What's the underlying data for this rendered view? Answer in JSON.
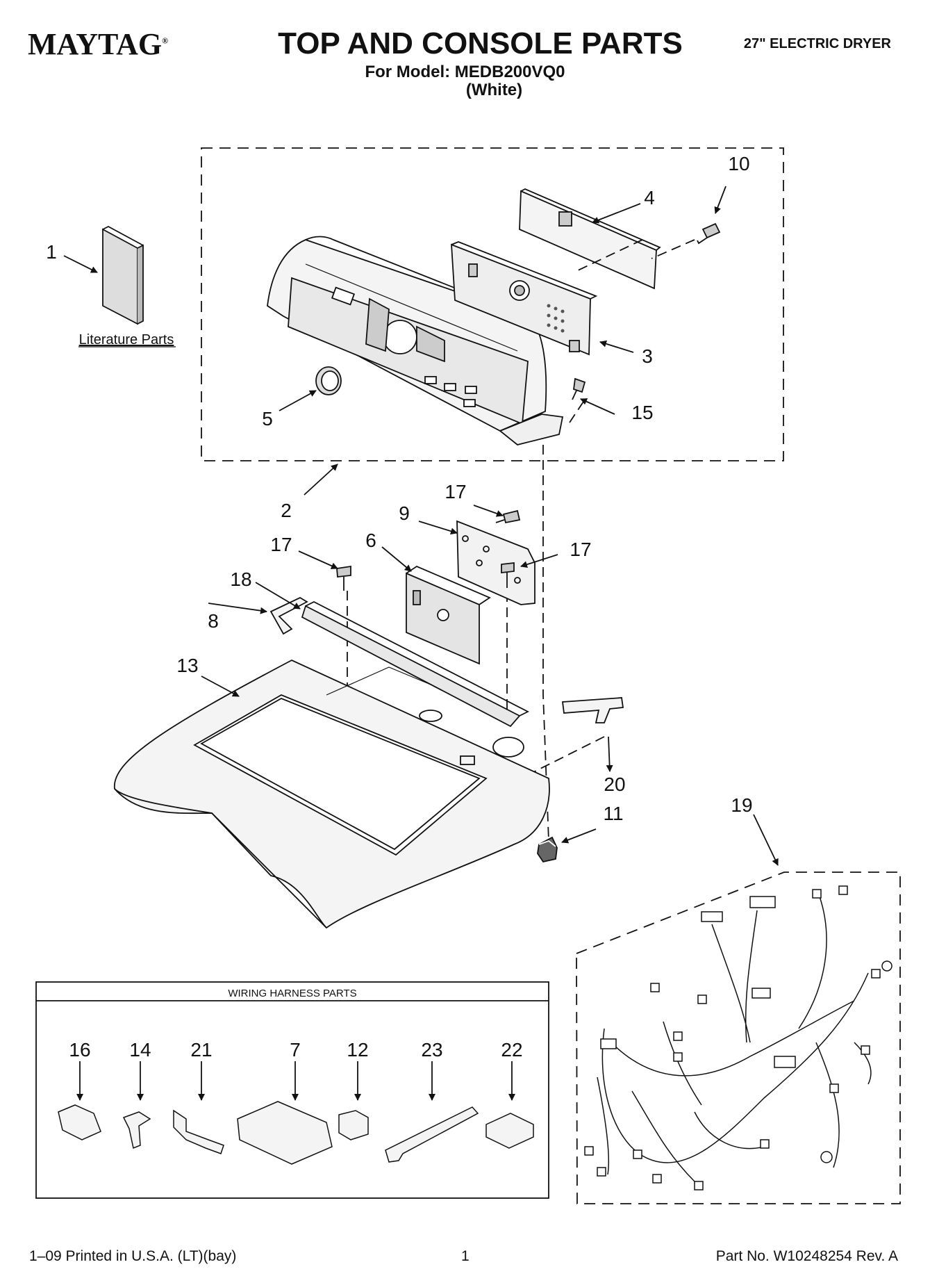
{
  "header": {
    "brand": "MAYTAG",
    "trademark": "®",
    "title": "TOP AND CONSOLE PARTS",
    "model_line": "For Model: MEDB200VQ0",
    "color_line": "(White)",
    "product": "27\" ELECTRIC DRYER"
  },
  "diagram": {
    "literature_label": "Literature Parts",
    "callouts": [
      "1",
      "2",
      "3",
      "4",
      "5",
      "6",
      "7",
      "8",
      "9",
      "10",
      "11",
      "12",
      "13",
      "14",
      "15",
      "16",
      "17",
      "17",
      "17",
      "18",
      "19",
      "20",
      "21",
      "22",
      "23"
    ]
  },
  "harness_box": {
    "title": "WIRING HARNESS PARTS",
    "items": [
      "16",
      "14",
      "21",
      "7",
      "12",
      "23",
      "22"
    ]
  },
  "footer": {
    "print_info": "1–09 Printed in U.S.A. (LT)(bay)",
    "page_number": "1",
    "part_number": "Part No. W10248254 Rev. A"
  }
}
